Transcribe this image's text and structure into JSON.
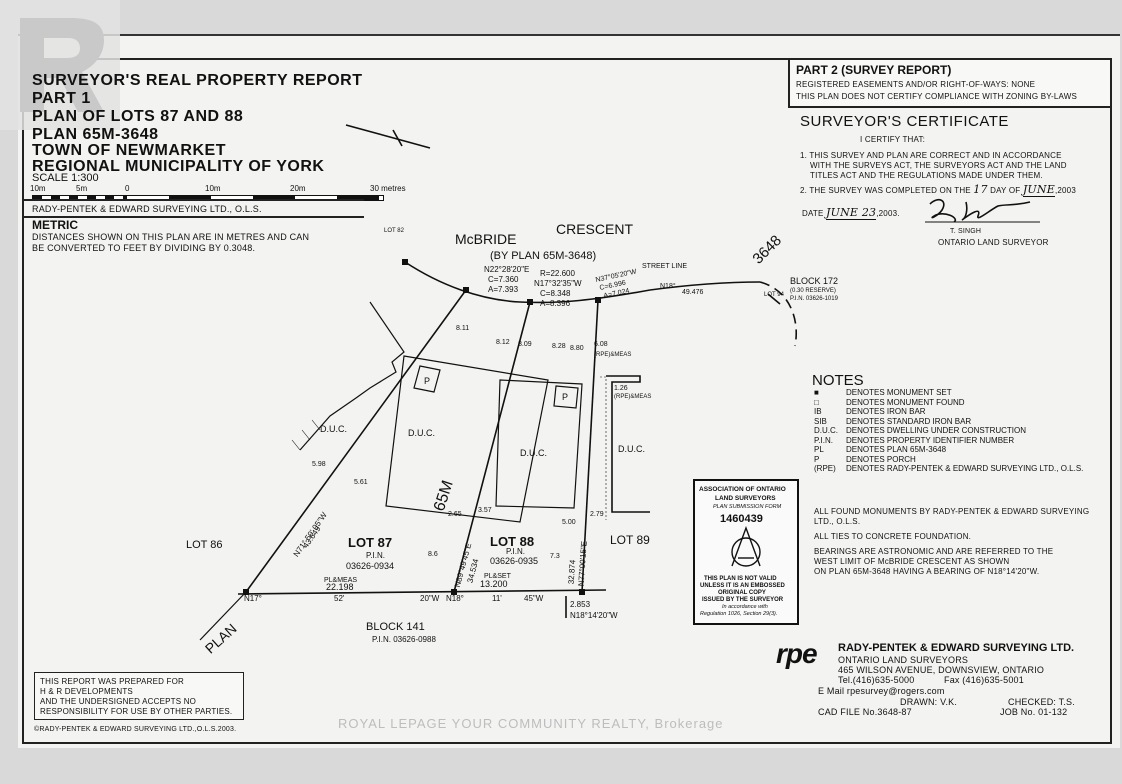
{
  "title": {
    "line1": "SURVEYOR'S REAL PROPERTY REPORT",
    "line2": "PART 1",
    "line3": "PLAN OF LOTS 87 AND 88",
    "line4": "PLAN 65M-3648",
    "line5": "TOWN OF NEWMARKET",
    "line6": "REGIONAL MUNICIPALITY OF YORK",
    "scale": "SCALE 1:300",
    "scale_ticks": [
      "10m",
      "5m",
      "0",
      "10m",
      "20m",
      "30 metres"
    ]
  },
  "firm_line": "RADY-PENTEK & EDWARD SURVEYING LTD., O.L.S.",
  "metric": {
    "heading": "METRIC",
    "text1": "DISTANCES SHOWN ON THIS PLAN ARE IN METRES AND CAN",
    "text2": "BE CONVERTED TO FEET BY DIVIDING BY 0.3048."
  },
  "part2": {
    "heading": "PART 2 (SURVEY REPORT)",
    "line1": "REGISTERED EASEMENTS AND/OR RIGHT-OF-WAYS:  NONE",
    "line2": "THIS PLAN DOES NOT CERTIFY COMPLIANCE WITH ZONING BY-LAWS"
  },
  "certificate": {
    "heading": "SURVEYOR'S CERTIFICATE",
    "certify": "I CERTIFY THAT:",
    "item1a": "1. THIS SURVEY AND PLAN ARE CORRECT AND IN ACCORDANCE",
    "item1b": "WITH THE SURVEYS ACT, THE SURVEYORS ACT AND THE LAND",
    "item1c": "TITLES ACT AND THE REGULATIONS MADE UNDER THEM.",
    "item2a": "2. THE SURVEY WAS COMPLETED ON THE",
    "item2_day": "17",
    "item2b": "DAY OF",
    "item2_month": "JUNE",
    "item2_year": ",2003",
    "date_label": "DATE",
    "date_value": "JUNE 23",
    "date_year": ",2003.",
    "signer": "T. SINGH",
    "signer_title": "ONTARIO LAND SURVEYOR"
  },
  "street": {
    "name1": "McBRIDE",
    "name2": "CRESCENT",
    "by_plan": "(BY PLAN 65M-3648)",
    "street_line": "STREET LINE",
    "plan_ref": "3648"
  },
  "curve": {
    "r": "R=22.600",
    "bearing1": "N17°32'35\"W",
    "c1": "C=8.348",
    "a1": "A=8.396",
    "bearing2": "N22°28'20\"E",
    "c2": "C=7.360",
    "a2": "A=7.393",
    "bearing3": "N37°05'20\"W",
    "c3": "C=6.996",
    "a3": "A=7.024"
  },
  "lots": {
    "lot86": "LOT  86",
    "lot87": "LOT 87",
    "lot88": "LOT 88",
    "lot89": "LOT 89",
    "lot82": "LOT 82",
    "lot94": "LOT 94",
    "pin_label": "P.I.N.",
    "pin87": "03626-0934",
    "pin88": "03626-0935",
    "block141": "BLOCK          141",
    "block141_pin": "P.I.N. 03626-0988",
    "block172": "BLOCK 172",
    "block172_sub": "(0.30 RESERVE)",
    "block172_pin": "P.I.N. 03626-1019",
    "plan_word": "PLAN",
    "plan_65m": "65M"
  },
  "dims": {
    "bottom_bearing_a": "N17°",
    "bottom_bearing_b": "52'",
    "bottom_bearing_c": "20\"W",
    "bottom_bearing_d": "N18°",
    "bottom_bearing_e": "11'",
    "bottom_bearing_f": "45\"W",
    "bottom_len1": "22.198",
    "bottom_len2": "13.200",
    "plmeas": "PL&MEAS",
    "plset": "PL&SET",
    "left_line": "N71° 50' 05\"W",
    "left_len": "43.649",
    "mid_line": "N89°49'45\"E",
    "mid_len": "34.534",
    "right_line": "N77°00'15\"E",
    "right_len": "32.874",
    "far_right": "2.853",
    "far_right_bearing": "N18°14'20\"W",
    "sl_bearing": "N18°",
    "sl_len": "49.476",
    "d811": "8.11",
    "d812": "8.12",
    "d809": "8.09",
    "d828": "8.28",
    "d880": "8.80",
    "d608": "6.08",
    "d126": "1.26",
    "d561": "5.61",
    "d598": "5.98",
    "d265": "2.65",
    "d357": "3.57",
    "d500": "5.00",
    "d279": "2.79",
    "d86": "8.6",
    "d73": "7.3",
    "rpe_meas": "(RPE)&MEAS",
    "duc": "D.U.C.",
    "p": "P"
  },
  "notes": {
    "heading": "NOTES",
    "rows": [
      [
        "■",
        "DENOTES MONUMENT SET"
      ],
      [
        "□",
        "DENOTES MONUMENT FOUND"
      ],
      [
        "IB",
        "DENOTES IRON BAR"
      ],
      [
        "SIB",
        "DENOTES STANDARD IRON BAR"
      ],
      [
        "D.U.C.",
        "DENOTES DWELLING UNDER CONSTRUCTION"
      ],
      [
        "P.I.N.",
        "DENOTES PROPERTY IDENTIFIER NUMBER"
      ],
      [
        "PL",
        "DENOTES PLAN 65M-3648"
      ],
      [
        "P",
        "DENOTES PORCH"
      ],
      [
        "(RPE)",
        "DENOTES RADY-PENTEK & EDWARD SURVEYING LTD., O.L.S."
      ]
    ]
  },
  "monuments": {
    "line1": "ALL FOUND MONUMENTS BY RADY-PENTEK & EDWARD SURVEYING",
    "line2": "LTD., O.L.S.",
    "ties": "ALL TIES TO CONCRETE FOUNDATION.",
    "bearing1": "BEARINGS ARE ASTRONOMIC AND ARE REFERRED TO THE",
    "bearing2": "WEST LIMIT OF McBRIDE CRESCENT AS SHOWN",
    "bearing3": "ON PLAN 65M-3648 HAVING A BEARING OF N18°14'20\"W."
  },
  "aols": {
    "line1": "ASSOCIATION OF ONTARIO",
    "line2": "LAND SURVEYORS",
    "line3": "PLAN SUBMISSION FORM",
    "number": "1460439",
    "v1": "THIS PLAN IS NOT VALID",
    "v2": "UNLESS IT IS AN EMBOSSED",
    "v3": "ORIGINAL COPY",
    "v4": "ISSUED BY THE SURVEYOR",
    "v5": "In accordance with",
    "v6": "Regulation 1026, Section 29(3)."
  },
  "firm": {
    "logo": "rpe",
    "name": "RADY-PENTEK & EDWARD SURVEYING LTD.",
    "sub": "ONTARIO LAND SURVEYORS",
    "address": "465 WILSON AVENUE, DOWNSVIEW, ONTARIO",
    "tel": "Tel.(416)635-5000",
    "fax": "Fax (416)635-5001",
    "email": "E Mail   rpesurvey@rogers.com",
    "drawn": "DRAWN:  V.K.",
    "checked": "CHECKED:  T.S.",
    "cad": "CAD FILE No.3648-87",
    "job": "JOB No. 01-132"
  },
  "prepared": {
    "line1": "THIS REPORT WAS PREPARED FOR",
    "line2": "H & R DEVELOPMENTS",
    "line3": "AND THE UNDERSIGNED ACCEPTS NO",
    "line4": "RESPONSIBILITY FOR USE BY OTHER PARTIES."
  },
  "copyright": "©RADY-PENTEK & EDWARD SURVEYING LTD.,O.L.S.2003.",
  "watermark": "ROYAL LEPAGE YOUR COMMUNITY REALTY, Brokerage"
}
